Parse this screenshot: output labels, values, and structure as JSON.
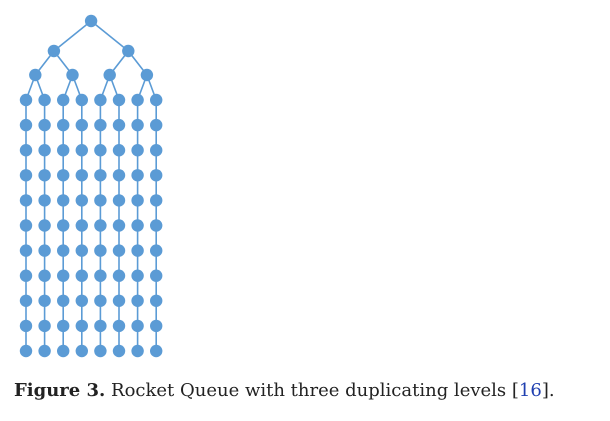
{
  "figure": {
    "label": "Figure 3.",
    "text": " Rocket Queue with three duplicating levels ",
    "ref_open": "[",
    "ref_number": "16",
    "ref_close": "]."
  },
  "diagram": {
    "duplicating_levels": 3,
    "leaf_columns": 8,
    "leaf_rows": 11,
    "node_color": "#5b9bd5",
    "edge_color": "#5b9bd5"
  },
  "colors": {
    "caption_text": "#222222",
    "reference_link": "#1f3fb0"
  }
}
